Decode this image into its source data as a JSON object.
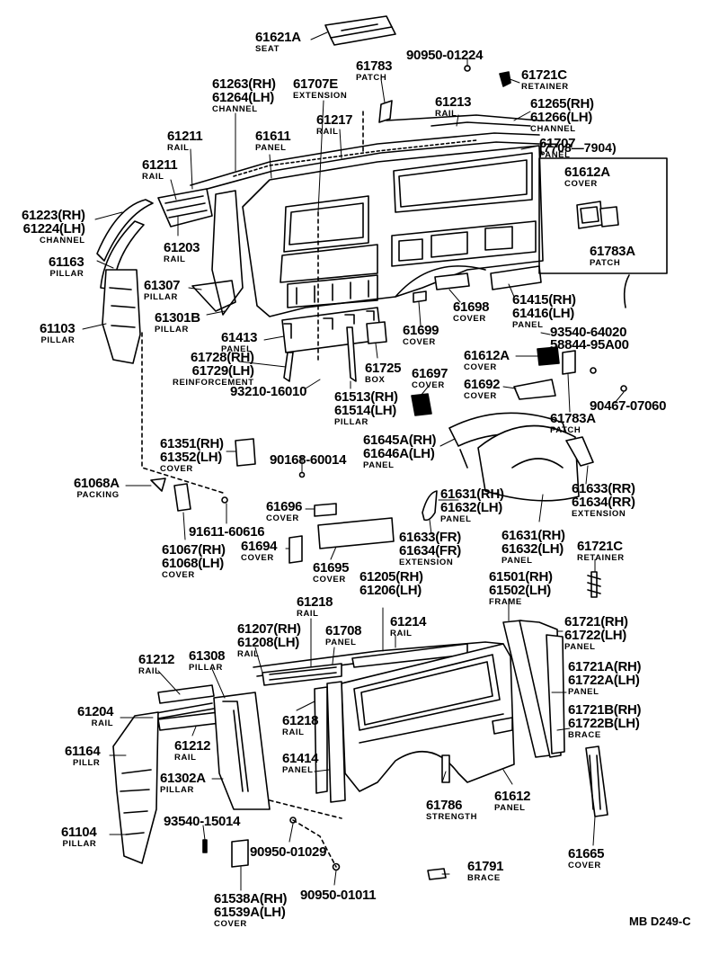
{
  "figure_code": "MB D249-C",
  "inset_title": "(7708—7904)",
  "labels": [
    {
      "id": "61621a",
      "lines": [
        "61621A",
        "SEAT"
      ]
    },
    {
      "id": "90950-01224",
      "lines": [
        "90950-01224"
      ]
    },
    {
      "id": "61783",
      "lines": [
        "61783",
        "PATCH"
      ]
    },
    {
      "id": "61721c-top",
      "lines": [
        "61721C",
        "RETAINER"
      ]
    },
    {
      "id": "61263",
      "lines": [
        "61263(RH)",
        "61264(LH)",
        "CHANNEL"
      ]
    },
    {
      "id": "61707e",
      "lines": [
        "61707E",
        "EXTENSION"
      ]
    },
    {
      "id": "61213",
      "lines": [
        "61213",
        "RAIL"
      ]
    },
    {
      "id": "61265",
      "lines": [
        "61265(RH)",
        "61266(LH)",
        "CHANNEL"
      ]
    },
    {
      "id": "61211-a",
      "lines": [
        "61211",
        "RAIL"
      ]
    },
    {
      "id": "61611",
      "lines": [
        "61611",
        "PANEL"
      ]
    },
    {
      "id": "61217",
      "lines": [
        "61217",
        "RAIL"
      ]
    },
    {
      "id": "61707",
      "lines": [
        "61707",
        "PANEL"
      ]
    },
    {
      "id": "61211-b",
      "lines": [
        "61211",
        "RAIL"
      ]
    },
    {
      "id": "61612a-inset",
      "lines": [
        "61612A",
        "COVER"
      ]
    },
    {
      "id": "61223",
      "lines": [
        "61223(RH)",
        "61224(LH)",
        "CHANNEL"
      ]
    },
    {
      "id": "61203",
      "lines": [
        "61203",
        "RAIL"
      ]
    },
    {
      "id": "61783a-inset",
      "lines": [
        "61783A",
        "PATCH"
      ]
    },
    {
      "id": "61163",
      "lines": [
        "61163",
        "PILLAR"
      ]
    },
    {
      "id": "61307",
      "lines": [
        "61307",
        "PILLAR"
      ]
    },
    {
      "id": "61698",
      "lines": [
        "61698",
        "COVER"
      ]
    },
    {
      "id": "61415",
      "lines": [
        "61415(RH)",
        "61416(LH)",
        "PANEL"
      ]
    },
    {
      "id": "61301b",
      "lines": [
        "61301B",
        "PILLAR"
      ]
    },
    {
      "id": "61103",
      "lines": [
        "61103",
        "PILLAR"
      ]
    },
    {
      "id": "61699",
      "lines": [
        "61699",
        "COVER"
      ]
    },
    {
      "id": "93540-64020",
      "lines": [
        "93540-64020"
      ]
    },
    {
      "id": "58844-95a00",
      "lines": [
        "58844-95A00"
      ]
    },
    {
      "id": "61413",
      "lines": [
        "61413",
        "PANEL"
      ]
    },
    {
      "id": "61728",
      "lines": [
        "61728(RH)",
        "61729(LH)",
        "REINFORCEMENT"
      ]
    },
    {
      "id": "61612a",
      "lines": [
        "61612A",
        "COVER"
      ]
    },
    {
      "id": "61725",
      "lines": [
        "61725",
        "BOX"
      ]
    },
    {
      "id": "61697",
      "lines": [
        "61697",
        "COVER"
      ]
    },
    {
      "id": "61692",
      "lines": [
        "61692",
        "COVER"
      ]
    },
    {
      "id": "93210-16010",
      "lines": [
        "93210-16010"
      ]
    },
    {
      "id": "61513",
      "lines": [
        "61513(RH)",
        "61514(LH)",
        "PILLAR"
      ]
    },
    {
      "id": "90467-07060",
      "lines": [
        "90467-07060"
      ]
    },
    {
      "id": "61783a",
      "lines": [
        "61783A",
        "PATCH"
      ]
    },
    {
      "id": "61351",
      "lines": [
        "61351(RH)",
        "61352(LH)",
        "COVER"
      ]
    },
    {
      "id": "61645a",
      "lines": [
        "61645A(RH)",
        "61646A(LH)",
        "PANEL"
      ]
    },
    {
      "id": "90168-60014",
      "lines": [
        "90168-60014"
      ]
    },
    {
      "id": "61068a",
      "lines": [
        "61068A",
        "PACKING"
      ]
    },
    {
      "id": "61631-a",
      "lines": [
        "61631(RH)",
        "61632(LH)",
        "PANEL"
      ]
    },
    {
      "id": "61633-rr",
      "lines": [
        "61633(RR)",
        "61634(RR)",
        "EXTENSION"
      ]
    },
    {
      "id": "61696",
      "lines": [
        "61696",
        "COVER"
      ]
    },
    {
      "id": "91611-60616",
      "lines": [
        "91611-60616"
      ]
    },
    {
      "id": "61633-fr",
      "lines": [
        "61633(FR)",
        "61634(FR)",
        "EXTENSION"
      ]
    },
    {
      "id": "61631-b",
      "lines": [
        "61631(RH)",
        "61632(LH)",
        "PANEL"
      ]
    },
    {
      "id": "61067",
      "lines": [
        "61067(RH)",
        "61068(LH)",
        "COVER"
      ]
    },
    {
      "id": "61694",
      "lines": [
        "61694",
        "COVER"
      ]
    },
    {
      "id": "61695",
      "lines": [
        "61695",
        "COVER"
      ]
    },
    {
      "id": "61721c-mid",
      "lines": [
        "61721C",
        "RETAINER"
      ]
    },
    {
      "id": "61205",
      "lines": [
        "61205(RH)",
        "61206(LH)"
      ]
    },
    {
      "id": "61501",
      "lines": [
        "61501(RH)",
        "61502(LH)",
        "FRAME"
      ]
    },
    {
      "id": "61218-a",
      "lines": [
        "61218",
        "RAIL"
      ]
    },
    {
      "id": "61214",
      "lines": [
        "61214",
        "RAIL"
      ]
    },
    {
      "id": "61721",
      "lines": [
        "61721(RH)",
        "61722(LH)",
        "PANEL"
      ]
    },
    {
      "id": "61207",
      "lines": [
        "61207(RH)",
        "61208(LH)",
        "RAIL"
      ]
    },
    {
      "id": "61708",
      "lines": [
        "61708",
        "PANEL"
      ]
    },
    {
      "id": "61212-a",
      "lines": [
        "61212",
        "RAIL"
      ]
    },
    {
      "id": "61308",
      "lines": [
        "61308",
        "PILLAR"
      ]
    },
    {
      "id": "61721a",
      "lines": [
        "61721A(RH)",
        "61722A(LH)",
        "PANEL"
      ]
    },
    {
      "id": "61204",
      "lines": [
        "61204",
        "RAIL"
      ]
    },
    {
      "id": "61218-b",
      "lines": [
        "61218",
        "RAIL"
      ]
    },
    {
      "id": "61721b",
      "lines": [
        "61721B(RH)",
        "61722B(LH)",
        "BRACE"
      ]
    },
    {
      "id": "61212-b",
      "lines": [
        "61212",
        "RAIL"
      ]
    },
    {
      "id": "61164",
      "lines": [
        "61164",
        "PILLR"
      ]
    },
    {
      "id": "61414",
      "lines": [
        "61414",
        "PANEL"
      ]
    },
    {
      "id": "61302a",
      "lines": [
        "61302A",
        "PILLAR"
      ]
    },
    {
      "id": "61786",
      "lines": [
        "61786",
        "STRENGTH"
      ]
    },
    {
      "id": "61612",
      "lines": [
        "61612",
        "PANEL"
      ]
    },
    {
      "id": "61104",
      "lines": [
        "61104",
        "PILLAR"
      ]
    },
    {
      "id": "93540-15014",
      "lines": [
        "93540-15014"
      ]
    },
    {
      "id": "90950-01029",
      "lines": [
        "90950-01029"
      ]
    },
    {
      "id": "61665",
      "lines": [
        "61665",
        "COVER"
      ]
    },
    {
      "id": "61791",
      "lines": [
        "61791",
        "BRACE"
      ]
    },
    {
      "id": "90950-01011",
      "lines": [
        "90950-01011"
      ]
    },
    {
      "id": "61538a",
      "lines": [
        "61538A(RH)",
        "61539A(LH)",
        "COVER"
      ]
    }
  ]
}
